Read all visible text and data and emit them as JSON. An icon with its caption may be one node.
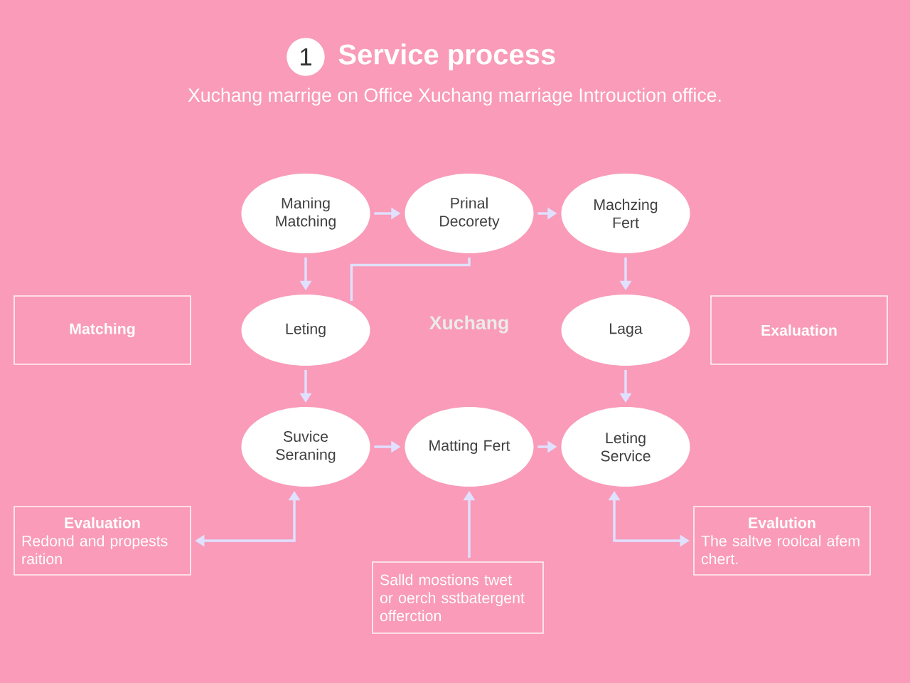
{
  "diagram": {
    "title": "Service process",
    "nodes": [
      {
        "text": [
          "Maning Matching"
        ]
      },
      {
        "text": [
          "Prinal Decorety"
        ]
      },
      {
        "text": [
          "Machzing Fert"
        ]
      },
      {
        "text": [
          "Matching"
        ]
      },
      {
        "text": [
          "Leting"
        ]
      },
      {
        "text": [
          "Laga"
        ]
      },
      {
        "text": [
          "Exaluation"
        ]
      },
      {
        "text": [
          "Suvice Seraning"
        ]
      },
      {
        "text": [
          "Matting Fert"
        ]
      },
      {
        "text": [
          "Leting Service"
        ]
      },
      {
        "text": [
          "Evaluation",
          "Redond and propests raition"
        ]
      },
      {
        "text": [
          "Salld mostions twet or oerch sstbatergent offerction"
        ]
      },
      {
        "text": [
          "Evalution",
          "The saltve roolcal afem chert."
        ]
      }
    ],
    "edges": [
      {
        "from": 0,
        "to": 1,
        "arrow": "to"
      },
      {
        "from": 1,
        "to": 2,
        "arrow": "to"
      },
      {
        "from": 0,
        "to": 4,
        "arrow": "to"
      },
      {
        "from": 1,
        "to": 4,
        "arrow": "none"
      },
      {
        "from": 2,
        "to": 5,
        "arrow": "to"
      },
      {
        "from": 4,
        "to": 7,
        "arrow": "to"
      },
      {
        "from": 5,
        "to": 9,
        "arrow": "to"
      },
      {
        "from": 7,
        "to": 8,
        "arrow": "to"
      },
      {
        "from": 8,
        "to": 9,
        "arrow": "to"
      },
      {
        "from": 10,
        "to": 7,
        "arrow": "both"
      },
      {
        "from": 11,
        "to": 8,
        "arrow": "to"
      },
      {
        "from": 9,
        "to": 12,
        "arrow": "both"
      }
    ],
    "labels": [
      "1",
      "Xuchang marrige on Office Xuchang marriage Introuction office.",
      "Xuchang"
    ]
  }
}
